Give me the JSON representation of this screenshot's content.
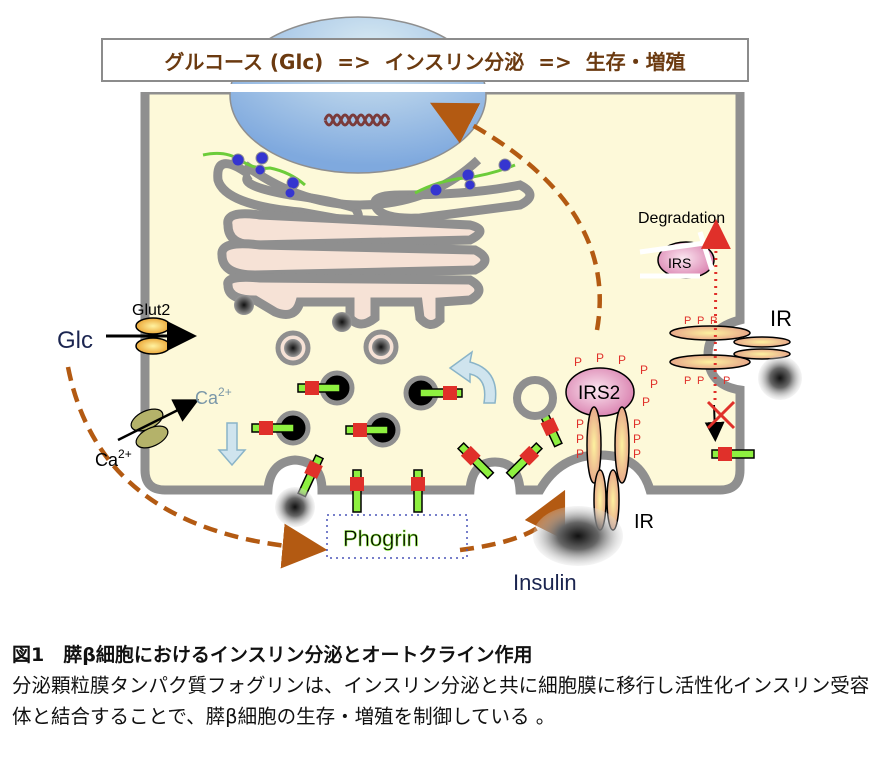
{
  "banner": {
    "text": "グルコース (Glc)  =>  インスリン分泌  =>  生存・増殖"
  },
  "labels": {
    "glut2": "Glut2",
    "glc": "Glc",
    "ca_in": "Ca",
    "ca_in_sup": "2+",
    "ca_out": "Ca",
    "ca_out_sup": "2+",
    "degradation": "Degradation",
    "irs_degraded": "IRS",
    "ir_right": "IR",
    "irs2": "IRS2",
    "ir_bottom": "IR",
    "phogrin": "Phogrin",
    "insulin": "Insulin",
    "p": "P"
  },
  "caption": {
    "title": "図1　膵β細胞におけるインスリン分泌とオートクライン作用",
    "body": "分泌顆粒膜タンパク質フォグリンは、インスリン分泌と共に細胞膜に移行し活性化インスリン受容体と結合することで、膵β細胞の生存・増殖を制御している 。"
  },
  "colors": {
    "cytoplasm": "#fdf9d9",
    "membrane": "#8f8f8f",
    "nucleus": "#8fb4e0",
    "dna": "#7a3b3b",
    "er_fill": "#f6e2d6",
    "ribosome": "#3535d0",
    "mrna": "#6ccc3a",
    "pathway_arrow": "#b35a12",
    "phogrin_green": "#8ef040",
    "phogrin_red": "#e0302a",
    "phospho": "#e0302a",
    "irs_pink": "#e7a5c5",
    "ir_tan": "#f1c98e",
    "glut_orange": "#f0b440",
    "ca_channel": "#b4b26a",
    "flow_arrow": "#cfe4ee",
    "insulin_text": "#1b2550",
    "banner_text": "#6b3a10"
  }
}
